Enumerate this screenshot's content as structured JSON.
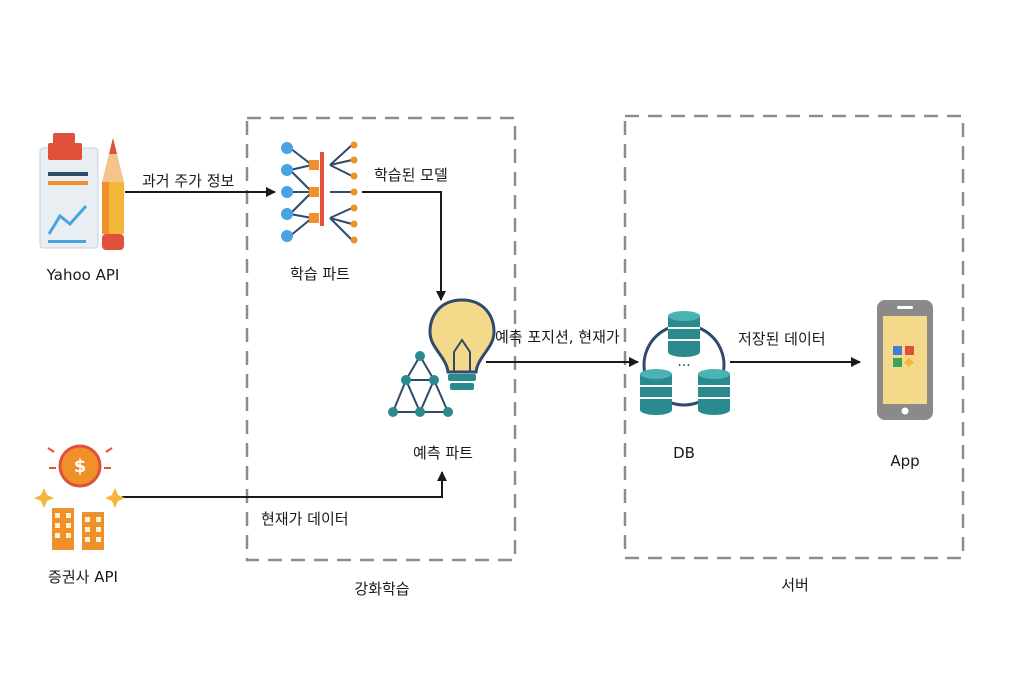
{
  "diagram": {
    "nodes": {
      "yahoo": {
        "label": "Yahoo API"
      },
      "broker": {
        "label": "증권사 API"
      },
      "train": {
        "label": "학습 파트"
      },
      "predict": {
        "label": "예측 파트"
      },
      "db": {
        "label": "DB"
      },
      "app": {
        "label": "App"
      }
    },
    "groups": {
      "rl": {
        "label": "강화학습"
      },
      "server": {
        "label": "서버"
      }
    },
    "edges": {
      "past_price": "과거 주가 정보",
      "trained_model": "학습된 모델",
      "current_price_data": "현재가 데이터",
      "prediction": "예측 포지션, 현재가",
      "stored_data": "저장된 데이터"
    }
  },
  "colors": {
    "line": "#1a1a1a",
    "dashed_border": "#8c8c8c",
    "orange": "#f0902a",
    "red": "#e0503a",
    "teal": "#2a8a8e",
    "navy": "#2f4a6b",
    "blue": "#4aa3e0",
    "yellow": "#f5d98a",
    "gray": "#8a8a8a"
  }
}
